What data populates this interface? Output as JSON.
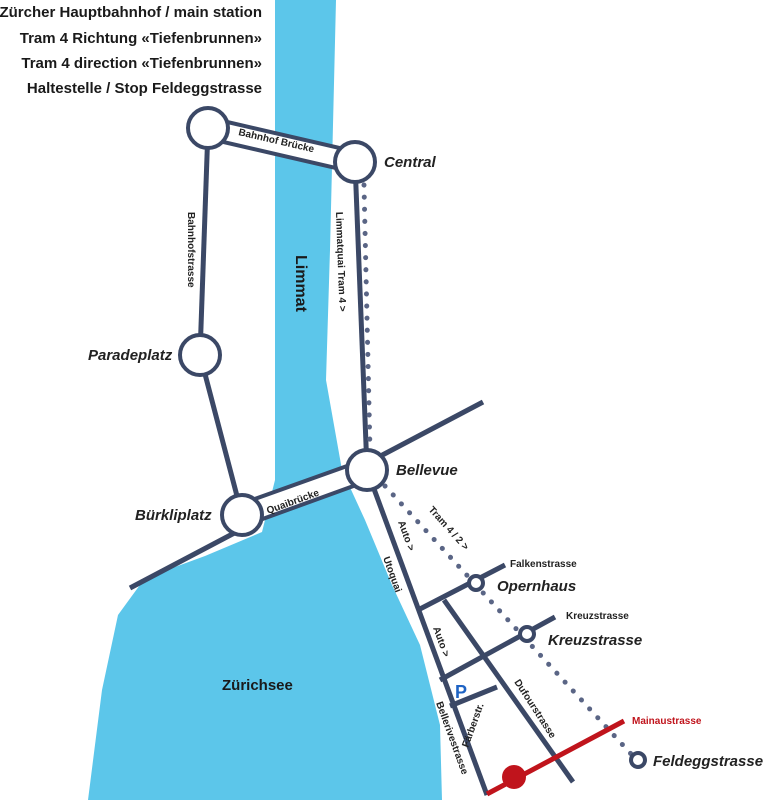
{
  "header": [
    "Zürcher Hauptbahnhof / main station",
    "Tram 4 Richtung «Tiefenbrunnen»",
    "Tram 4 direction «Tiefenbrunnen»",
    "Haltestelle / Stop Feldeggstrasse"
  ],
  "water": {
    "river": "Limmat",
    "lake": "Zürichsee"
  },
  "stations": {
    "central": "Central",
    "paradeplatz": "Paradeplatz",
    "bellevue": "Bellevue",
    "buerkliplatz": "Bürkliplatz",
    "opernhaus": "Opernhaus",
    "kreuzstrasse": "Kreuzstrasse",
    "feldeggstrasse": "Feldeggstrasse"
  },
  "streets": {
    "bahnhof_bruecke": "Bahnhof Brücke",
    "bahnhofstrasse": "Bahnhofstrasse",
    "limmatquai": "Limmatquai  Tram 4 >",
    "quaibruecke": "Quaibrücke",
    "tram_4_2": "Tram 4 / 2 >",
    "auto1": "Auto >",
    "utoquai": "Utoquai",
    "auto2": "Auto >",
    "falkenstrasse": "Falkenstrasse",
    "kreuzstrasse": "Kreuzstrasse",
    "faerberstr": "Färberstr.",
    "dufourstrasse": "Dufourstrasse",
    "bellerivestrasse": "Bellerivestrasse",
    "mainaustrasse": "Mainaustrasse"
  },
  "parking": "P",
  "colors": {
    "water": "#5cc6ea",
    "road": "#3b4866",
    "highlight": "#c0141c",
    "parking": "#1e63c4"
  }
}
